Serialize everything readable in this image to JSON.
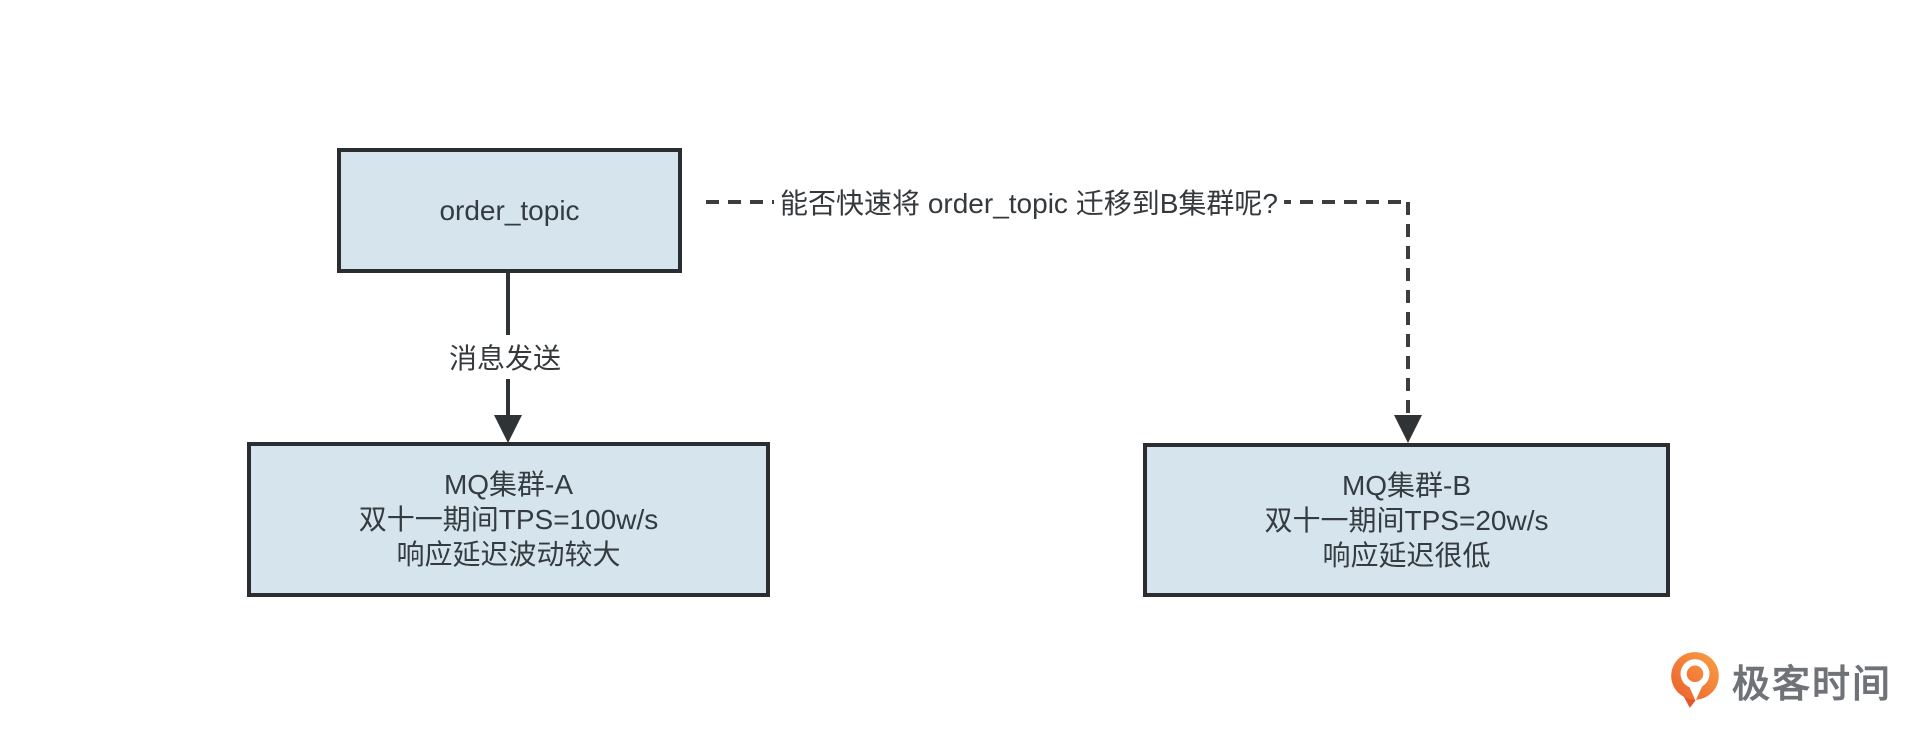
{
  "diagram": {
    "background": "#ffffff",
    "colors": {
      "box_fill": "#d6e5ed",
      "box_border": "#2b2e30",
      "box_text": "#343b41",
      "line": "#2f3336",
      "dashed_line": "#3a3e41",
      "label_text": "#35393c"
    },
    "nodes": {
      "order_topic": {
        "label": "order_topic"
      },
      "cluster_a": {
        "lines": [
          "MQ集群-A",
          "双十一期间TPS=100w/s",
          "响应延迟波动较大"
        ]
      },
      "cluster_b": {
        "lines": [
          "MQ集群-B",
          "双十一期间TPS=20w/s",
          "响应延迟很低"
        ]
      }
    },
    "edges": {
      "send": {
        "label": "消息发送",
        "style": "solid",
        "from": "order_topic",
        "to": "cluster_a"
      },
      "migrate": {
        "label": "能否快速将 order_topic 迁移到B集群呢?",
        "style": "dashed",
        "from": "order_topic",
        "to": "cluster_b"
      }
    }
  },
  "footer": {
    "brand": "极客时间",
    "brand_text_color": "#6f7277",
    "icon": "geek-time-q-pin-icon",
    "icon_gradient_start": "#f9a145",
    "icon_gradient_end": "#ec5e2c"
  }
}
